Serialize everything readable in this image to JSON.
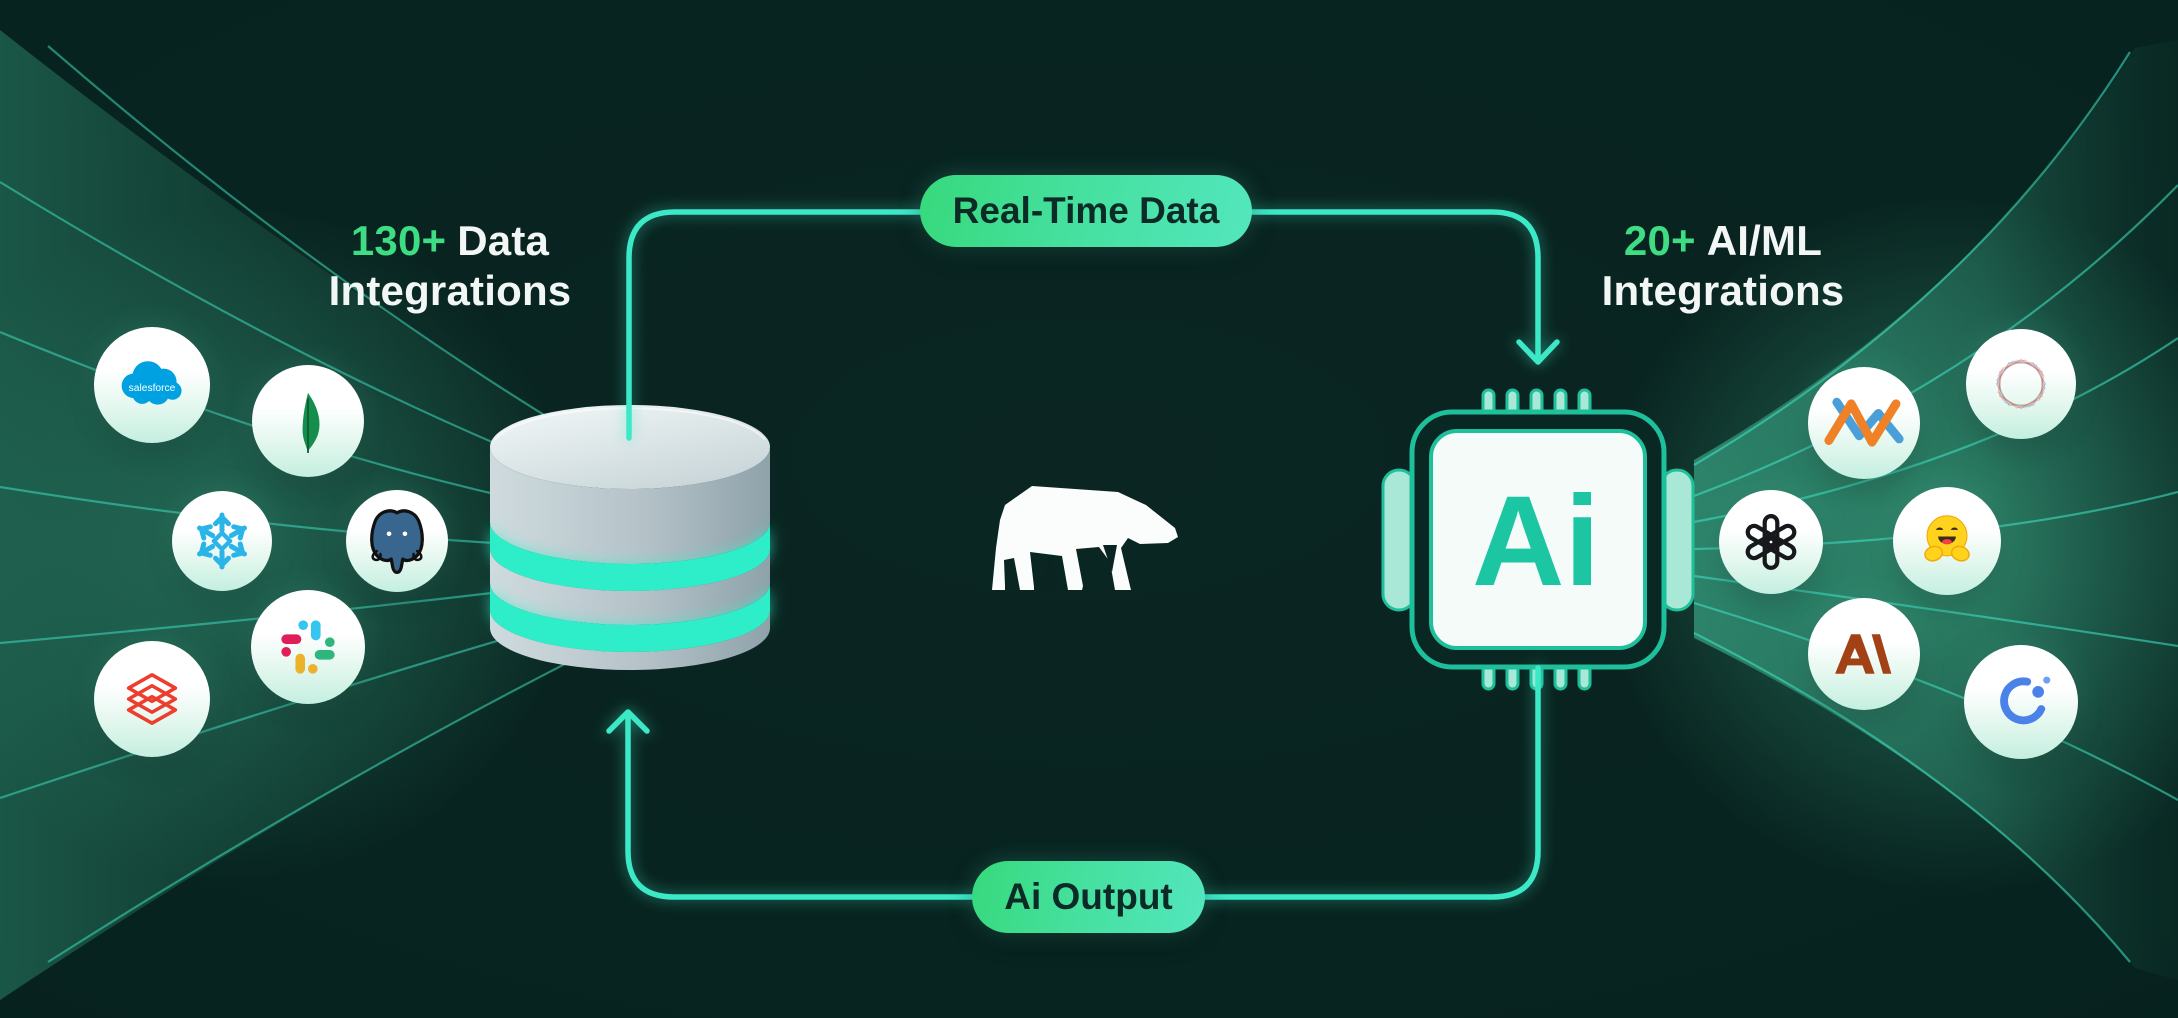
{
  "labels": {
    "left": {
      "highlight": "130+",
      "line1_rest": "Data",
      "line2": "Integrations"
    },
    "right": {
      "highlight": "20+",
      "line1_rest": "AI/ML",
      "line2": "Integrations"
    }
  },
  "flow": {
    "top_badge": "Real-Time Data",
    "bottom_badge": "Ai Output"
  },
  "chip": {
    "label": "Ai"
  },
  "icons": {
    "salesforce_wordmark": "salesforce",
    "left": [
      "salesforce",
      "mongodb",
      "snowflake",
      "postgresql",
      "slack",
      "databricks"
    ],
    "right": [
      "zigzag-ai",
      "hexagon-spiral",
      "openai",
      "hugging-face",
      "anthropic",
      "blue-swirl"
    ]
  },
  "colors": {
    "background": "#07231f",
    "accent_line": "#3ce9c7",
    "highlight_green": "#3edd84",
    "badge_gradient_start": "#37d97c",
    "badge_gradient_end": "#53e6bd",
    "badge_text": "#0c2b26",
    "chip_teal": "#1ec09b",
    "db_ring": "#2deec9"
  }
}
